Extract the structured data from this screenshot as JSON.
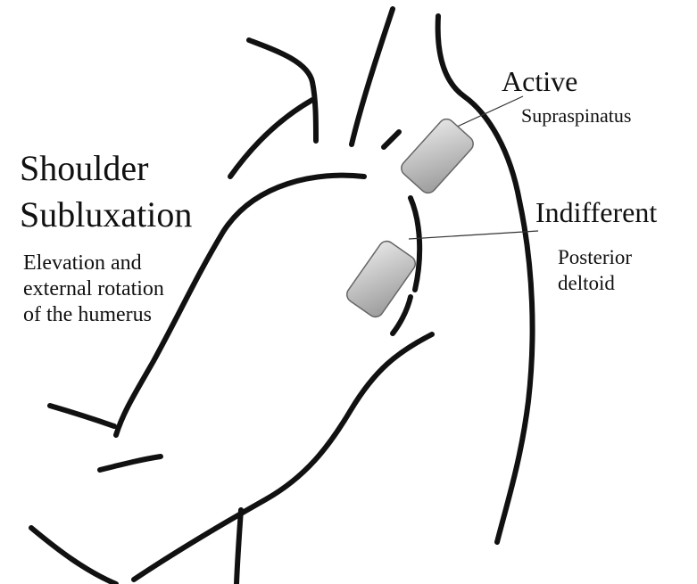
{
  "title": {
    "line1": "Shoulder",
    "line2": "Subluxation"
  },
  "description": {
    "line1": "Elevation and",
    "line2": "external rotation",
    "line3": "of the humerus"
  },
  "electrodes": {
    "active": {
      "label": "Active",
      "site": "Supraspinatus"
    },
    "indifferent": {
      "label": "Indifferent",
      "site_line1": "Posterior",
      "site_line2": "deltoid"
    }
  },
  "colors": {
    "outline": "#111111",
    "pad_light": "#e4e4e4",
    "pad_dark": "#9a9a9a",
    "pad_stroke": "#666666",
    "leader": "#333333"
  }
}
